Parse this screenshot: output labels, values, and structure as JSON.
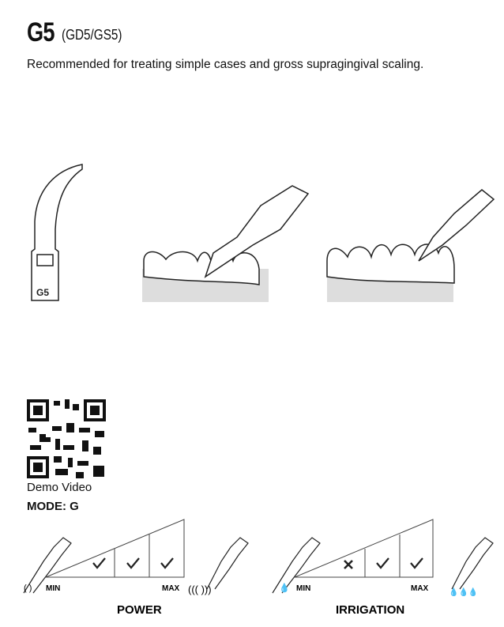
{
  "product": {
    "code": "G5",
    "variants": "(GD5/GS5)",
    "tip_label": "G5",
    "description": "Recommended for treating simple cases and gross supragingival scaling."
  },
  "demo_video": "Demo Video",
  "mode": "MODE: G",
  "power": {
    "label": "POWER",
    "min": "MIN",
    "max": "MAX",
    "levels": [
      "check",
      "check",
      "check"
    ]
  },
  "irrigation": {
    "label": "IRRIGATION",
    "min": "MIN",
    "max": "MAX",
    "levels": [
      "cross",
      "check",
      "check"
    ]
  }
}
